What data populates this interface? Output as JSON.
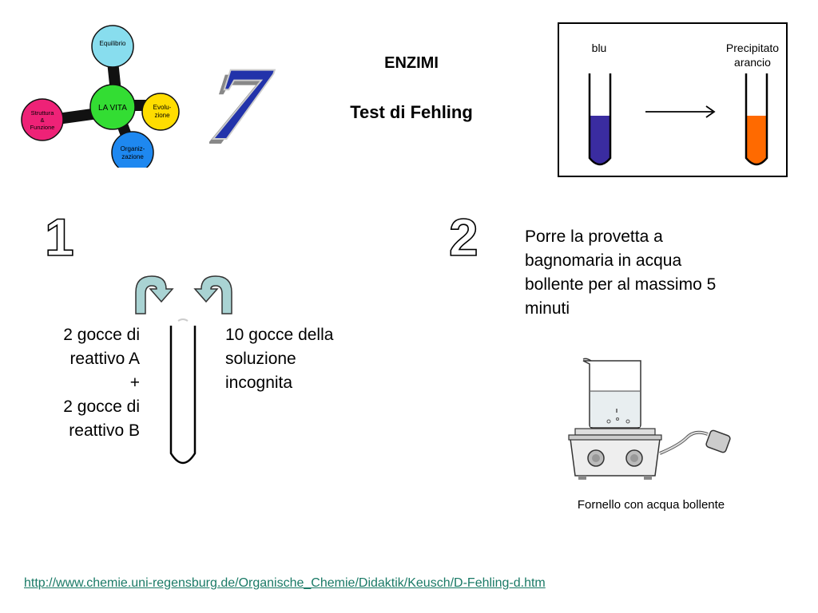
{
  "logo": {
    "center": "LA VITA",
    "top": "Equilibrio",
    "left": [
      "Struttura",
      "&",
      "Funzione"
    ],
    "right": [
      "Evolu-",
      "zione"
    ],
    "bottom": [
      "Organiz-",
      "zazione"
    ]
  },
  "slide_number": "7",
  "title": "ENZIMI",
  "subtitle": "Test di Fehling",
  "result": {
    "left_label": "blu",
    "right_label_line1": "Precipitato",
    "right_label_line2": "arancio"
  },
  "step1": {
    "number": "1",
    "left_lines": [
      "2 gocce di",
      "reattivo A",
      "+",
      "2 gocce di",
      "reattivo B"
    ],
    "right_lines": [
      "10 gocce della",
      "soluzione",
      "incognita"
    ]
  },
  "step2": {
    "number": "2",
    "lines": [
      "Porre la provetta a",
      "bagnomaria in acqua",
      "bollente per al massimo 5",
      "minuti"
    ]
  },
  "caption": "Fornello con acqua bollente",
  "source_link": "http://www.chemie.uni-regensburg.de/Organische_Chemie/Didaktik/Keusch/D-Fehling-d.htm ",
  "colors": {
    "blue_solution": "#3a2ca0",
    "orange_precipitate": "#ff6a00",
    "arrow_fill": "#a9d3d3",
    "logo_center": "#33dd33",
    "logo_top": "#88ddee",
    "logo_left": "#ee2277",
    "logo_right": "#ffdd00",
    "logo_bottom": "#1e88f0",
    "number_blue": "#2233aa"
  }
}
